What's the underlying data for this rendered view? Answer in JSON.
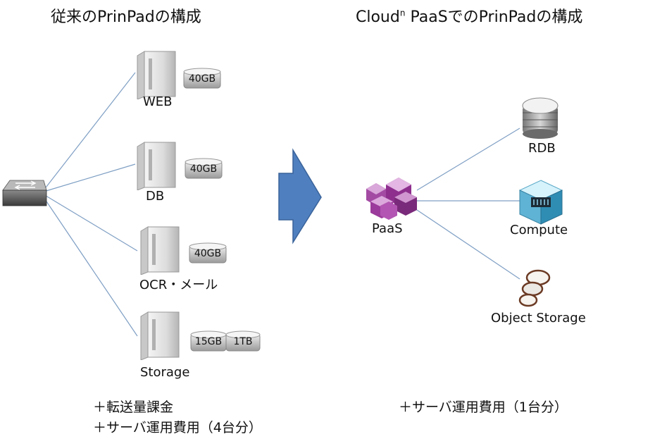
{
  "titles": {
    "left": "従来のPrinPadの構成",
    "right_main": "Cloud",
    "right_sup": "n",
    "right_rest": " PaaSでのPrinPadの構成"
  },
  "left": {
    "servers": [
      {
        "label": "WEB",
        "disks": [
          "40GB"
        ]
      },
      {
        "label": "DB",
        "disks": [
          "40GB"
        ]
      },
      {
        "label": "OCR・メール",
        "disks": [
          "40GB"
        ]
      },
      {
        "label": "Storage",
        "disks": [
          "15GB",
          "1TB"
        ]
      }
    ],
    "notes": [
      "＋転送量課金",
      "＋サーバ運用費用（4台分）"
    ]
  },
  "right": {
    "source": "PaaS",
    "services": [
      "RDB",
      "Compute",
      "Object Storage"
    ],
    "note": "＋サーバ運用費用（1台分）"
  },
  "colors": {
    "line": "#7f9fc4",
    "arrow_fill": "#4f7fbf",
    "arrow_stroke": "#3a639a",
    "paas": "#8e2f8e"
  },
  "icons": {
    "switch": "network-switch-icon",
    "server": "server-tower-icon",
    "disk": "disk-drive-icon",
    "rdb": "database-stack-icon",
    "compute": "compute-cube-icon",
    "storage": "object-storage-icon",
    "paas": "paas-cubes-icon"
  }
}
